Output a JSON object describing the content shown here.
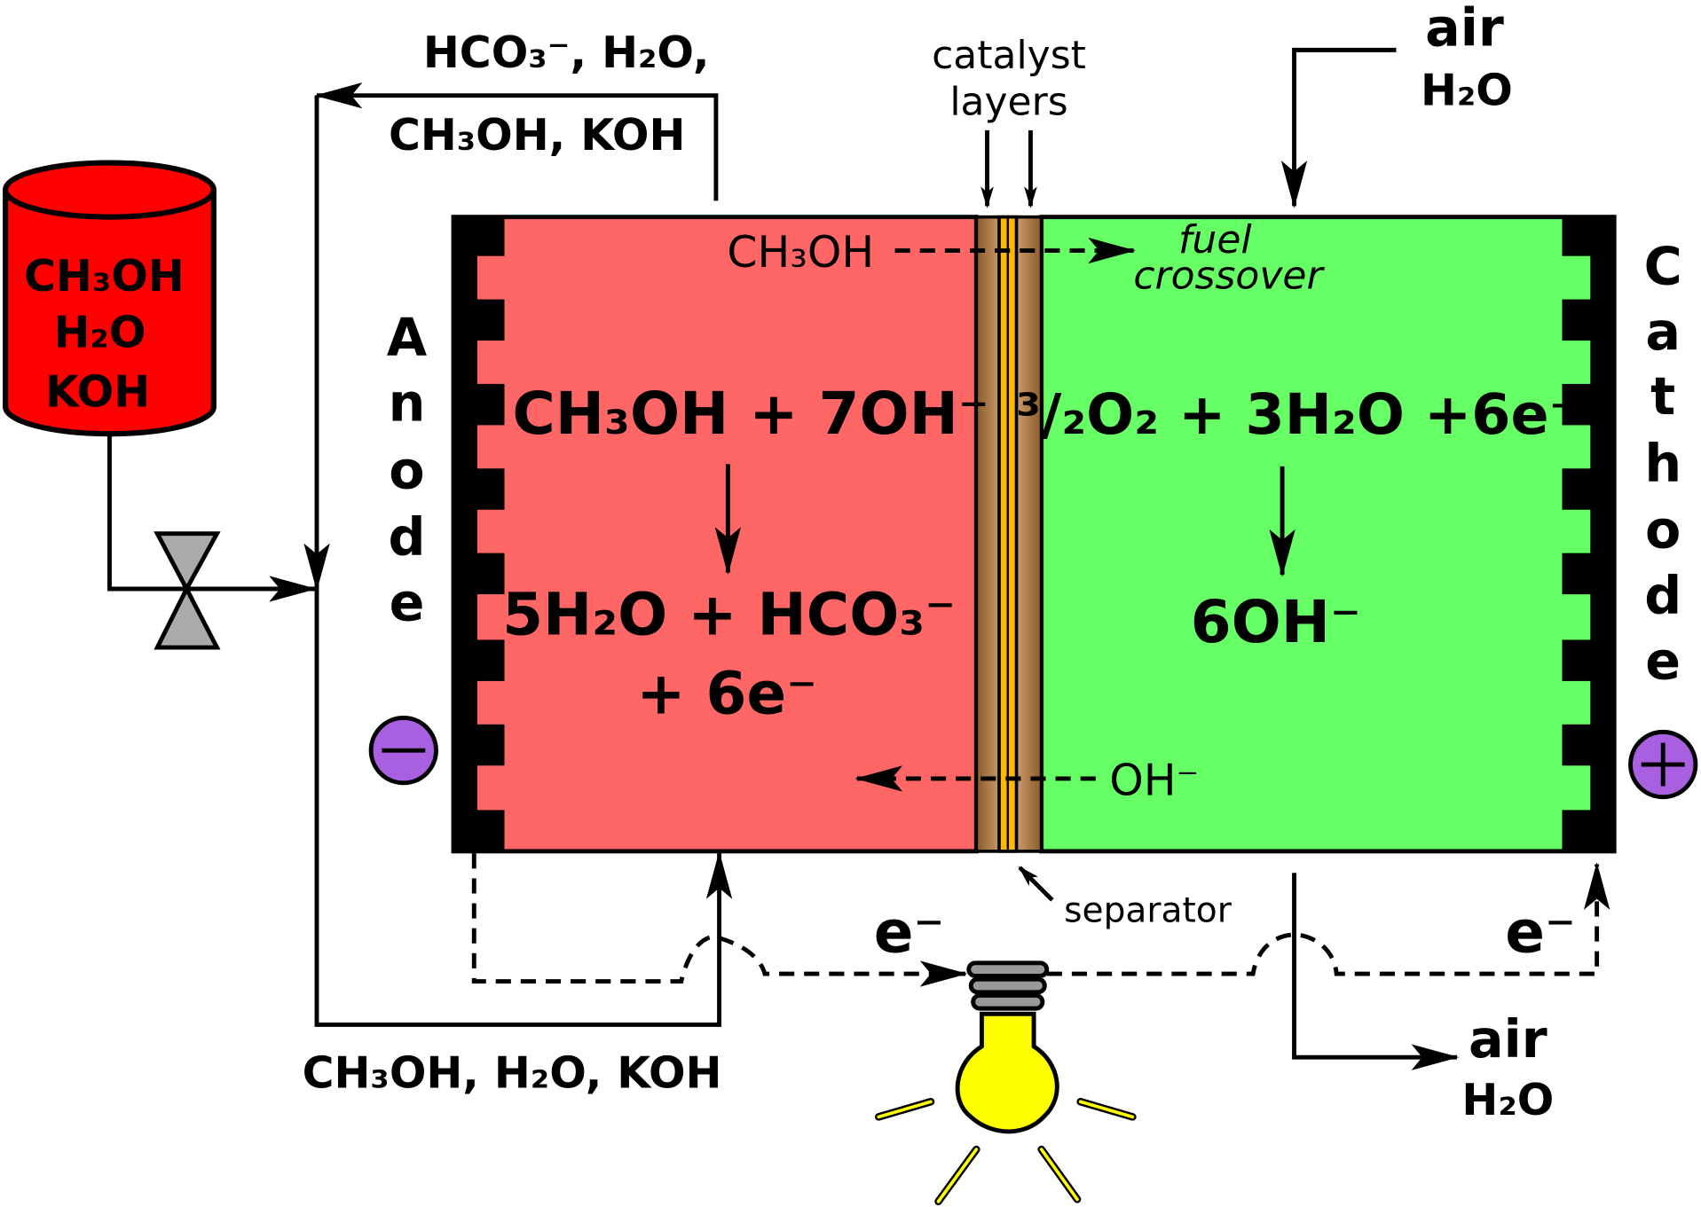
{
  "tank": {
    "line1": "CH₃OH",
    "line2": "H₂O",
    "line3": "KOH",
    "color": "#ff0000"
  },
  "top_outlet": {
    "line1": "HCO₃⁻, H₂O,",
    "line2": "CH₃OH, KOH"
  },
  "bottom_inlet": "CH₃OH, H₂O, KOH",
  "catalyst_label": {
    "line1": "catalyst",
    "line2": "layers"
  },
  "air_in": {
    "line1": "air",
    "line2": "H₂O"
  },
  "air_out": {
    "line1": "air",
    "line2": "H₂O"
  },
  "anode_letters": [
    "A",
    "n",
    "o",
    "d",
    "e"
  ],
  "cathode_letters": [
    "C",
    "a",
    "t",
    "h",
    "o",
    "d",
    "e"
  ],
  "anode_reaction": {
    "reactants": "CH₃OH + 7OH⁻",
    "products1": "5H₂O + HCO₃⁻",
    "products2": "+ 6e⁻",
    "color": "#ff6666"
  },
  "cathode_reaction": {
    "reactants": "³/₂O₂ + 3H₂O +6e⁻",
    "products": "6OH⁻",
    "color": "#66ff66"
  },
  "crossover": {
    "species": "CH₃OH",
    "label1": "fuel",
    "label2": "crossover"
  },
  "hydroxide": "OH⁻",
  "separator_label": "separator",
  "electron_left": "e⁻",
  "electron_right": "e⁻",
  "negative_symbol": "−",
  "positive_symbol": "+"
}
